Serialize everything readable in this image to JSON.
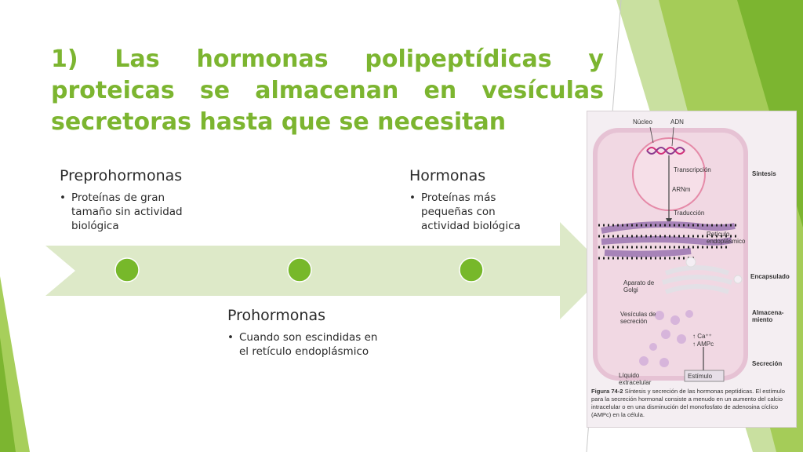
{
  "slide": {
    "title": "1) Las hormonas polipeptídicas y proteicas se almacenan en vesículas secretoras hasta que se necesitan",
    "colors": {
      "accent": "#7cb530",
      "arrow": "#dde9c8",
      "dot": "#77b82a"
    },
    "steps": [
      {
        "heading": "Preprohormonas",
        "bullet": "Proteínas de gran tamaño sin actividad biológica"
      },
      {
        "heading": "Prohormonas",
        "bullet": "Cuando son escindidas en el retículo endoplásmico"
      },
      {
        "heading": "Hormonas",
        "bullet": "Proteínas más pequeñas con actividad biológica"
      }
    ]
  },
  "figure": {
    "labels": {
      "nucleo": "Núcleo",
      "adn": "ADN",
      "transcripcion": "Transcripción",
      "arnm": "ARNm",
      "traduccion": "Traducción",
      "reticulo": "Retículo endoplásmico",
      "golgi": "Aparato de Golgi",
      "vesiculas": "Vesículas de secreción",
      "ca": "↑ Ca⁺⁺",
      "ampc": "↑ AMPc",
      "liquido": "Líquido extracelular",
      "estimulo": "Estímulo"
    },
    "stages": [
      "Síntesis",
      "Encapsulado",
      "Almacena- miento",
      "Secreción"
    ],
    "caption_label": "Figura 74-2",
    "caption_text": "Síntesis y secreción de las hormonas peptídicas. El estímulo para la secreción hormonal consiste a menudo en un aumento del calcio intracelular o en una disminución del monofosfato de adenosina cíclico (AMPc) en la célula."
  }
}
